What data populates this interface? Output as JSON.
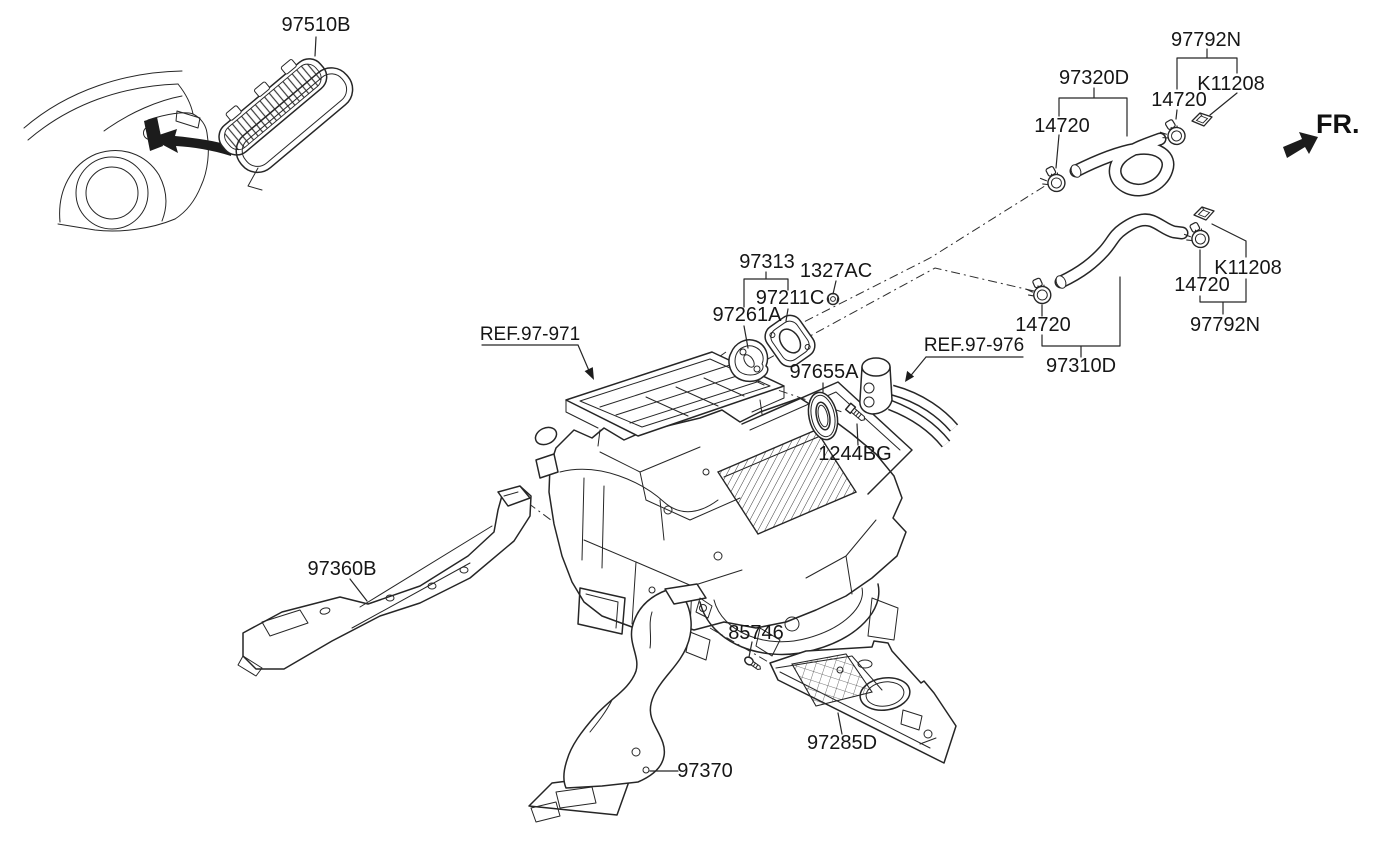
{
  "diagram": {
    "direction_label": "FR.",
    "references": {
      "blower": "REF.97-971",
      "pipes": "REF.97-976"
    },
    "part_labels": {
      "vent_duct": "97510B",
      "hose_kit_top": "97792N",
      "hose_top": "97320D",
      "clip_top": "K11208",
      "clamp_top_right": "14720",
      "clamp_top_left": "14720",
      "gasket_kit": "97313",
      "nut": "1327AC",
      "gasket_inner": "97211C",
      "gasket_outer": "97261A",
      "grommet": "97655A",
      "bolt": "1244BG",
      "clamp_mid": "14720",
      "hose_bottom": "97310D",
      "clip_bottom": "K11208",
      "clamp_bottom": "14720",
      "hose_kit_bottom": "97792N",
      "duct_front": "97360B",
      "screw": "85746",
      "duct_rear": "97370",
      "cover": "97285D"
    },
    "colors": {
      "line": "#262626",
      "background": "#ffffff"
    }
  }
}
